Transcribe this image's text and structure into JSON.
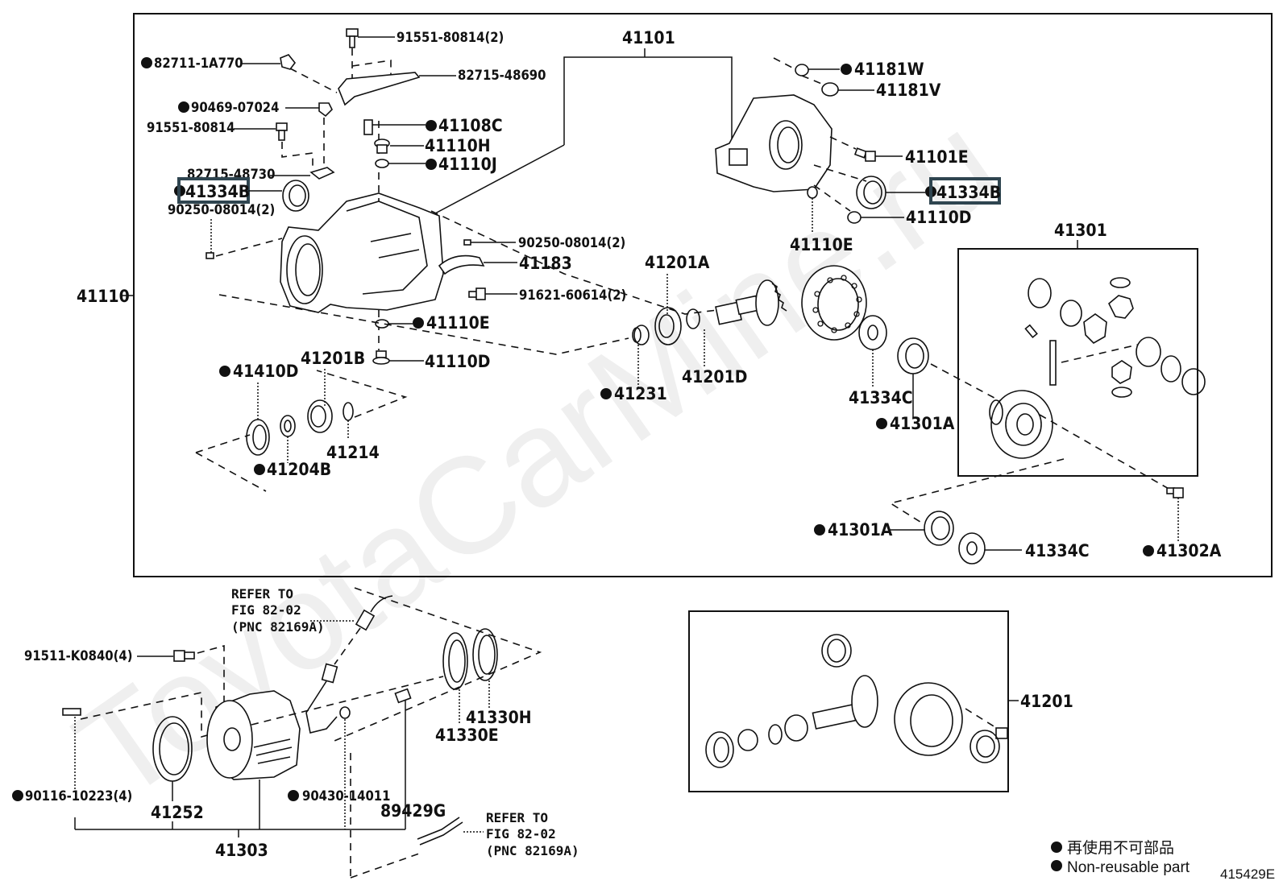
{
  "diagram": {
    "drawing_number": "415429E",
    "watermark": "ToyotaCarMine.ru",
    "highlight_color": "#2f4550",
    "legend": {
      "japanese": "再使用不可部品",
      "english": "Non-reusable part"
    },
    "assemblies": {
      "housing": "41110",
      "carrier_cover": "41101",
      "differential_case": "41301",
      "ring_pinion_kit": "41201",
      "actuator": "41303"
    },
    "labels": {
      "p91551_80814_2": "91551-80814(2)",
      "p82711_1A770": "82711-1A770",
      "p82715_48690": "82715-48690",
      "p90469_07024": "90469-07024",
      "p91551_80814": "91551-80814",
      "p41108C": "41108C",
      "p41110H": "41110H",
      "p41110J": "41110J",
      "p82715_48730": "82715-48730",
      "p41334B_left": "41334B",
      "p90250_08014_2_left": "90250-08014(2)",
      "p90250_08014_2_right": "90250-08014(2)",
      "p41183": "41183",
      "p91621_60614_2": "91621-60614(2)",
      "p41110E_lower": "41110E",
      "p41110D_lower": "41110D",
      "p41181W": "41181W",
      "p41181V": "41181V",
      "p41101E": "41101E",
      "p41334B_right": "41334B",
      "p41110D_upper": "41110D",
      "p41110E_upper": "41110E",
      "p41201A": "41201A",
      "p41201B": "41201B",
      "p41410D": "41410D",
      "p41204B": "41204B",
      "p41214": "41214",
      "p41231": "41231",
      "p41201D": "41201D",
      "p41334C_upper": "41334C",
      "p41301A_upper": "41301A",
      "p41301A_lower": "41301A",
      "p41334C_lower": "41334C",
      "p41302A": "41302A",
      "p91511_K0840_4": "91511-K0840(4)",
      "p90116_10223_4": "90116-10223(4)",
      "p41252": "41252",
      "p90430_14011": "90430-14011",
      "p89429G": "89429G",
      "p41330E": "41330E",
      "p41330H": "41330H"
    },
    "refer_top": [
      "REFER TO",
      "FIG 82-02",
      "(PNC 82169A)"
    ],
    "refer_bottom": [
      "REFER TO",
      "FIG 82-02",
      "(PNC 82169A)"
    ]
  }
}
